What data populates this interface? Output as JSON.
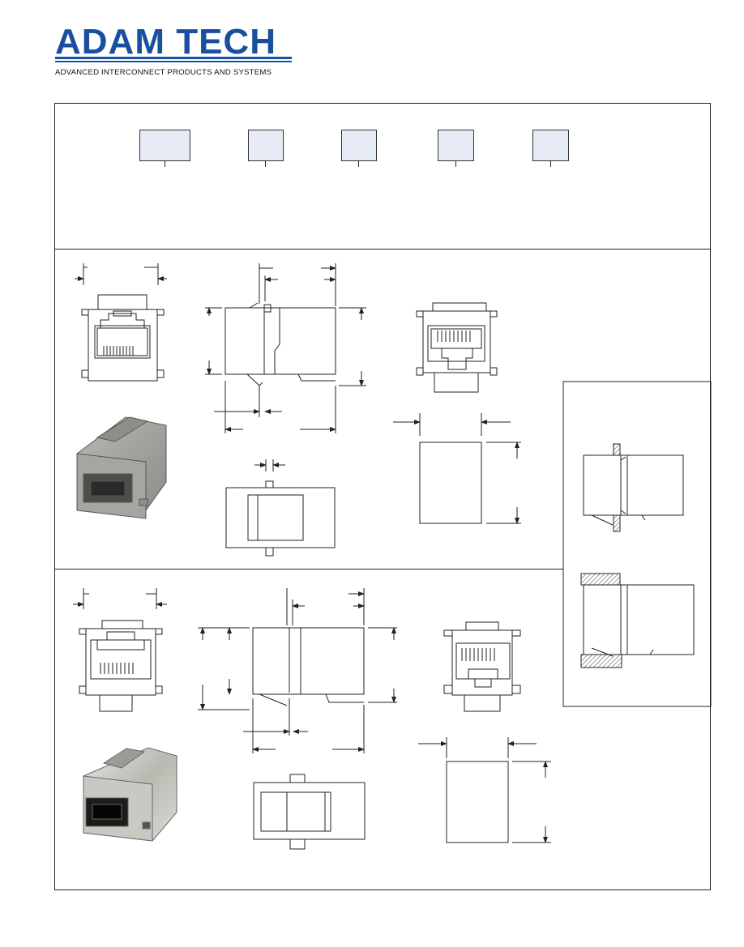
{
  "header": {
    "brand": "ADAM TECH",
    "tagline": "ADVANCED INTERCONNECT PRODUCTS AND SYSTEMS"
  },
  "ordering": {
    "boxes": [
      "",
      "",
      "",
      "",
      ""
    ]
  },
  "colors": {
    "brand_blue": "#1a4fa0",
    "box_fill": "#e6ebf5",
    "line": "#222222"
  },
  "icons": [
    "rj45-jack-front-view",
    "rj45-jack-side-view",
    "rj45-jack-photo"
  ]
}
